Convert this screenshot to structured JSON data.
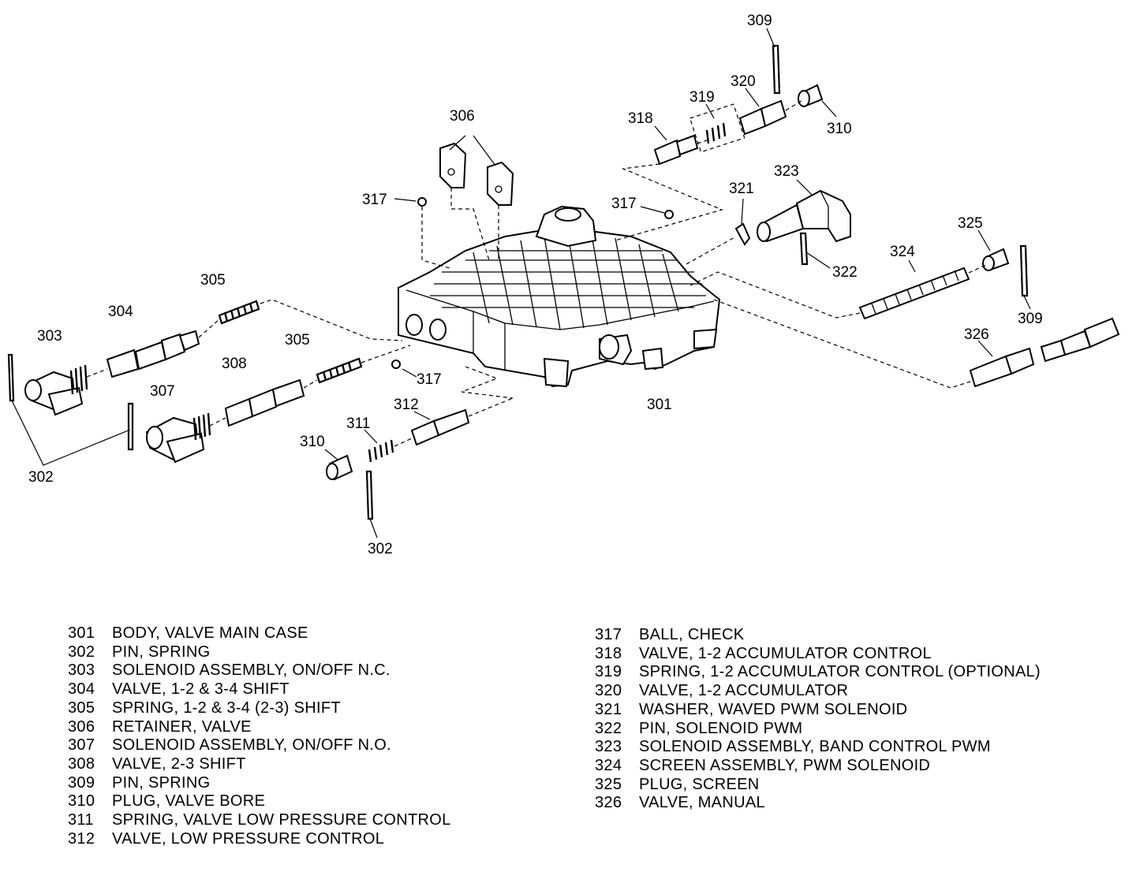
{
  "callouts": {
    "c301": "301",
    "c302a": "302",
    "c302b": "302",
    "c303": "303",
    "c304": "304",
    "c305a": "305",
    "c305b": "305",
    "c306": "306",
    "c307": "307",
    "c308": "308",
    "c309a": "309",
    "c309b": "309",
    "c310a": "310",
    "c310b": "310",
    "c311": "311",
    "c312": "312",
    "c317a": "317",
    "c317b": "317",
    "c317c": "317",
    "c318": "318",
    "c319": "319",
    "c320": "320",
    "c321": "321",
    "c322": "322",
    "c323": "323",
    "c324": "324",
    "c325": "325",
    "c326": "326"
  },
  "legend_left": [
    {
      "num": "301",
      "desc": "BODY, VALVE MAIN CASE"
    },
    {
      "num": "302",
      "desc": "PIN, SPRING"
    },
    {
      "num": "303",
      "desc": "SOLENOID ASSEMBLY, ON/OFF N.C."
    },
    {
      "num": "304",
      "desc": "VALVE, 1-2 & 3-4 SHIFT"
    },
    {
      "num": "305",
      "desc": "SPRING, 1-2 & 3-4 (2-3) SHIFT"
    },
    {
      "num": "306",
      "desc": "RETAINER, VALVE"
    },
    {
      "num": "307",
      "desc": "SOLENOID ASSEMBLY, ON/OFF N.O."
    },
    {
      "num": "308",
      "desc": "VALVE, 2-3 SHIFT"
    },
    {
      "num": "309",
      "desc": "PIN, SPRING"
    },
    {
      "num": "310",
      "desc": "PLUG, VALVE BORE"
    },
    {
      "num": "311",
      "desc": "SPRING, VALVE LOW PRESSURE CONTROL"
    },
    {
      "num": "312",
      "desc": "VALVE, LOW PRESSURE CONTROL"
    }
  ],
  "legend_right": [
    {
      "num": "317",
      "desc": "BALL, CHECK"
    },
    {
      "num": "318",
      "desc": "VALVE, 1-2 ACCUMULATOR CONTROL"
    },
    {
      "num": "319",
      "desc": "SPRING, 1-2 ACCUMULATOR CONTROL (OPTIONAL)"
    },
    {
      "num": "320",
      "desc": "VALVE, 1-2 ACCUMULATOR"
    },
    {
      "num": "321",
      "desc": "WASHER, WAVED PWM SOLENOID"
    },
    {
      "num": "322",
      "desc": "PIN, SOLENOID PWM"
    },
    {
      "num": "323",
      "desc": "SOLENOID ASSEMBLY, BAND CONTROL PWM"
    },
    {
      "num": "324",
      "desc": "SCREEN ASSEMBLY, PWM SOLENOID"
    },
    {
      "num": "325",
      "desc": "PLUG, SCREEN"
    },
    {
      "num": "326",
      "desc": "VALVE, MANUAL"
    }
  ]
}
